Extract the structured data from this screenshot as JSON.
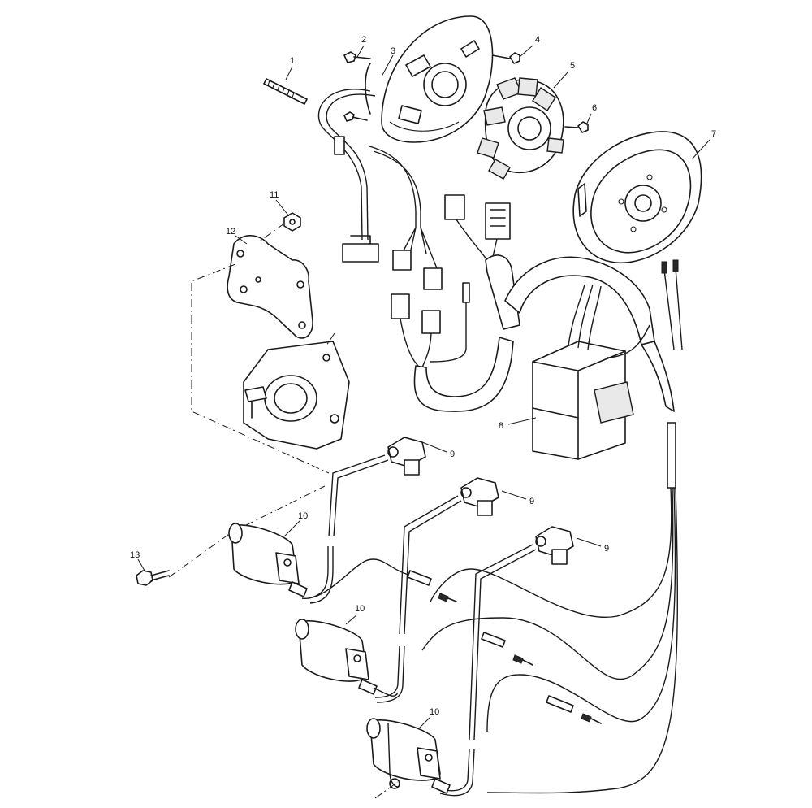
{
  "callouts": [
    {
      "id": "c1",
      "label": "1"
    },
    {
      "id": "c2",
      "label": "2"
    },
    {
      "id": "c3",
      "label": "3"
    },
    {
      "id": "c4",
      "label": "4"
    },
    {
      "id": "c5",
      "label": "5"
    },
    {
      "id": "c6",
      "label": "6"
    },
    {
      "id": "c7",
      "label": "7"
    },
    {
      "id": "c8",
      "label": "8"
    },
    {
      "id": "c9a",
      "label": "9"
    },
    {
      "id": "c9b",
      "label": "9"
    },
    {
      "id": "c9c",
      "label": "9"
    },
    {
      "id": "c10a",
      "label": "10"
    },
    {
      "id": "c10b",
      "label": "10"
    },
    {
      "id": "c10c",
      "label": "10"
    },
    {
      "id": "c11",
      "label": "11"
    },
    {
      "id": "c12",
      "label": "12"
    },
    {
      "id": "c13",
      "label": "13"
    }
  ]
}
